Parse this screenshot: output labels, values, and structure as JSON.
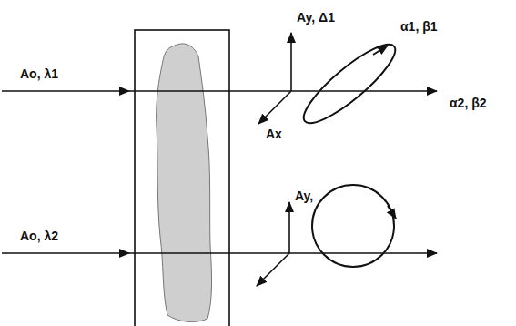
{
  "diagram": {
    "labels": [
      "Ao, λ1",
      "Ay, Δ1",
      "α1, β1",
      "Ax",
      "α2, β2",
      "Ay,",
      "Ao, λ2"
    ]
  }
}
